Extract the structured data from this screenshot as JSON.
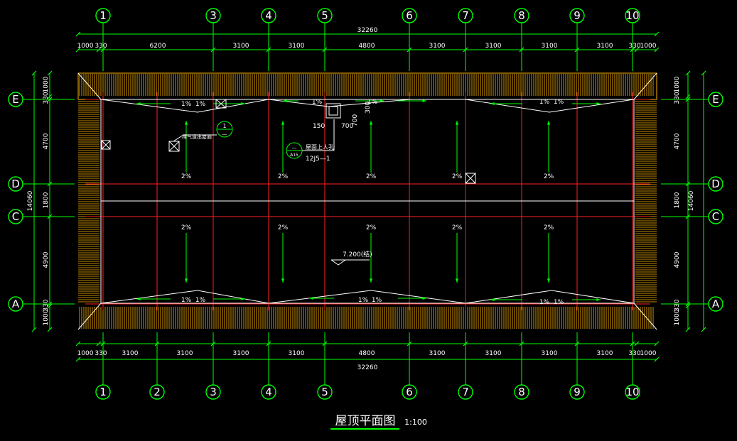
{
  "title": "屋顶平面图",
  "scale": "1:100",
  "axes_top": [
    "1",
    "3",
    "4",
    "5",
    "6",
    "7",
    "8",
    "9",
    "10"
  ],
  "axes_bottom": [
    "1",
    "2",
    "3",
    "4",
    "5",
    "6",
    "7",
    "8",
    "9",
    "10"
  ],
  "axes_rows": [
    "E",
    "D",
    "C",
    "A"
  ],
  "dims_top": {
    "total": "32260",
    "segments": [
      "1000",
      "330",
      "6200",
      "3100",
      "3100",
      "4800",
      "3100",
      "3100",
      "3100",
      "3100",
      "330",
      "1000"
    ]
  },
  "dims_bottom": {
    "total": "32260",
    "segments": [
      "1000",
      "330",
      "3100",
      "3100",
      "3100",
      "3100",
      "4800",
      "3100",
      "3100",
      "3100",
      "3100",
      "330",
      "1000"
    ]
  },
  "dims_side": {
    "total": "14060",
    "segments": [
      "1000",
      "330",
      "4700",
      "1800",
      "4900",
      "330",
      "1000"
    ]
  },
  "slopes": {
    "ridge_top": [
      "1%",
      "1%",
      "1%",
      "1%",
      "1%",
      "1%"
    ],
    "ridge_bottom": [
      "1%",
      "1%",
      "1%",
      "1%",
      "1%",
      "1%"
    ],
    "upper_field": [
      "2%",
      "2%",
      "2%",
      "2%",
      "2%"
    ],
    "lower_field": [
      "2%",
      "2%",
      "2%",
      "2%",
      "2%"
    ]
  },
  "annotations": {
    "vent_note": "排气道出屋面",
    "detail_circle_top": "1",
    "detail_circle_bottom": "—",
    "hatch_note": "屋面上人孔",
    "hatch_ref": "12J5—1",
    "hatch_circle_top": "—",
    "hatch_circle_bottom": "A15",
    "hatch_dim_1": "150",
    "hatch_dim_2": "700",
    "hatch_dim_3": "700",
    "hatch_dim_4": "300",
    "elevation": "7.200(结)"
  },
  "colors": {
    "dimension": "#00ff00",
    "axis": "#ff2020",
    "eave": "#ffb400",
    "text": "#ffffff",
    "background": "#000000"
  }
}
